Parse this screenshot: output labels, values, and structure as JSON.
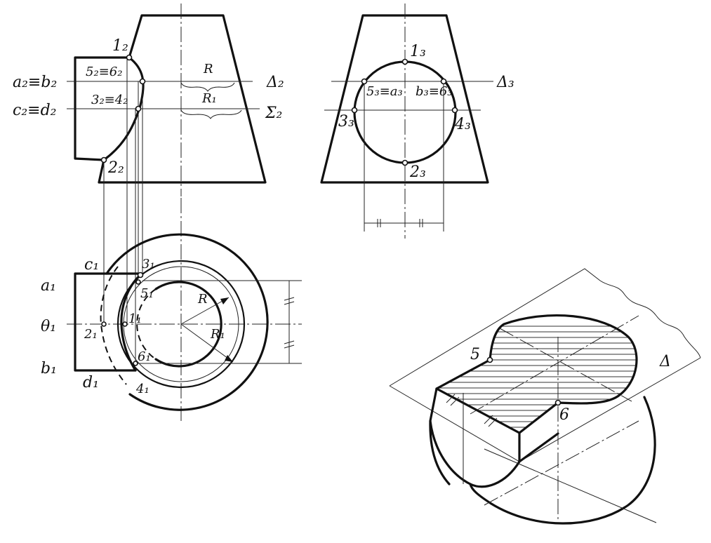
{
  "front_view": {
    "label_a2b2": "a₂≡b₂",
    "label_c2d2": "c₂≡d₂",
    "label_1_2": "1₂",
    "label_5_2_6_2": "5₂≡6₂",
    "label_3_2_4_2": "3₂≡4₂",
    "label_2_2": "2₂",
    "label_R": "R",
    "label_R1": "R₁",
    "label_delta2": "Δ₂",
    "label_sigma2": "Σ₂"
  },
  "side_view": {
    "label_1_3": "1₃",
    "label_5_3_a_3": "5₃≡a₃",
    "label_b_3_6_3": "b₃≡6₃",
    "label_3_3": "3₃",
    "label_4_3": "4₃",
    "label_2_3": "2₃",
    "label_delta3": "Δ₃"
  },
  "top_view": {
    "label_c1": "c₁",
    "label_a1": "a₁",
    "label_theta1": "θ₁",
    "label_b1": "b₁",
    "label_d1": "d₁",
    "label_3_1": "3₁",
    "label_5_1": "5₁",
    "label_1_1": "1₁",
    "label_2_1": "2₁",
    "label_6_1": "6₁",
    "label_4_1": "4₁",
    "label_R": "R",
    "label_R1": "R₁"
  },
  "iso_view": {
    "label_5": "5",
    "label_6": "6",
    "label_delta": "Δ"
  }
}
